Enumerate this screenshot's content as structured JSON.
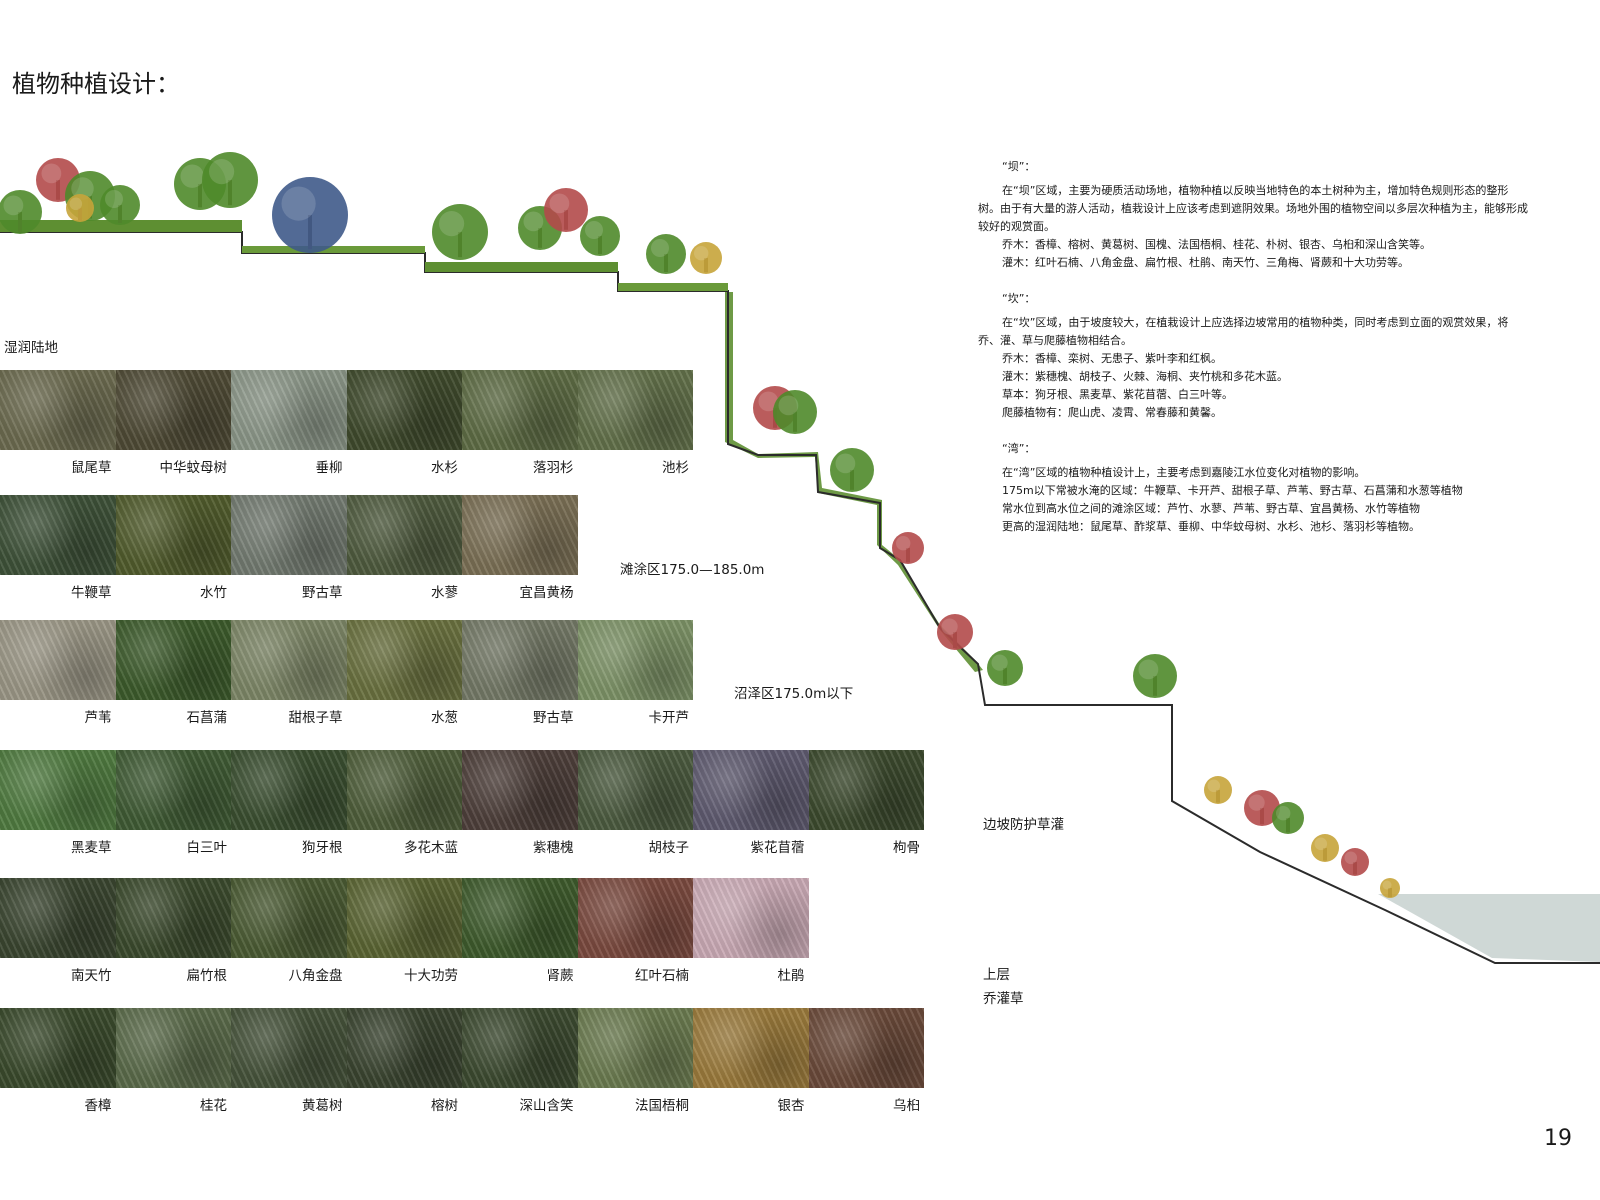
{
  "page_title": "植物种植设计：",
  "page_number": "19",
  "zone_labels": {
    "wetland": "湿润陆地",
    "beach": "滩涂区175.0—185.0m",
    "marsh": "沼泽区175.0m以下",
    "slope": "边坡防护草灌",
    "upper_1": "上层",
    "upper_2": "乔灌草"
  },
  "rows": [
    {
      "items": [
        {
          "name": "鼠尾草",
          "color": "#6b6a4f"
        },
        {
          "name": "中华蚊母树",
          "color": "#4e4a35"
        },
        {
          "name": "垂柳",
          "color": "#8a9587"
        },
        {
          "name": "水杉",
          "color": "#3f4a2c"
        },
        {
          "name": "落羽杉",
          "color": "#5d6b44"
        },
        {
          "name": "池杉",
          "color": "#62704a"
        }
      ]
    },
    {
      "items": [
        {
          "name": "牛鞭草",
          "color": "#3e5138"
        },
        {
          "name": "水竹",
          "color": "#505b2c"
        },
        {
          "name": "野古草",
          "color": "#727a70"
        },
        {
          "name": "水蓼",
          "color": "#4e5a3e"
        },
        {
          "name": "宜昌黄杨",
          "color": "#7a6f55"
        }
      ]
    },
    {
      "items": [
        {
          "name": "芦苇",
          "color": "#9a9685"
        },
        {
          "name": "石菖蒲",
          "color": "#3c5a2b"
        },
        {
          "name": "甜根子草",
          "color": "#7c8566"
        },
        {
          "name": "水葱",
          "color": "#69703f"
        },
        {
          "name": "野古草",
          "color": "#737866"
        },
        {
          "name": "卡开芦",
          "color": "#7c9166"
        }
      ]
    },
    {
      "items": [
        {
          "name": "黑麦草",
          "color": "#4f7a40"
        },
        {
          "name": "白三叶",
          "color": "#3f5a34"
        },
        {
          "name": "狗牙根",
          "color": "#3a4e30"
        },
        {
          "name": "多花木蓝",
          "color": "#4e5d3a"
        },
        {
          "name": "紫穗槐",
          "color": "#4d3f3a"
        },
        {
          "name": "胡枝子",
          "color": "#4b5a3f"
        },
        {
          "name": "紫花苜蓿",
          "color": "#5e5a6f"
        },
        {
          "name": "枸骨",
          "color": "#3c4a2e"
        }
      ]
    },
    {
      "items": [
        {
          "name": "南天竹",
          "color": "#3a4530"
        },
        {
          "name": "扁竹根",
          "color": "#3b4a2d"
        },
        {
          "name": "八角金盘",
          "color": "#4a5a33"
        },
        {
          "name": "十大功劳",
          "color": "#5a6433"
        },
        {
          "name": "肾蕨",
          "color": "#3e5a2c"
        },
        {
          "name": "红叶石楠",
          "color": "#7a4a3f"
        },
        {
          "name": "杜鹃",
          "color": "#c9a9b4"
        }
      ]
    },
    {
      "items": [
        {
          "name": "香樟",
          "color": "#3a4a2c"
        },
        {
          "name": "桂花",
          "color": "#5a6a4a"
        },
        {
          "name": "黄葛树",
          "color": "#45523a"
        },
        {
          "name": "榕树",
          "color": "#3a4430"
        },
        {
          "name": "深山含笑",
          "color": "#3c4a30"
        },
        {
          "name": "法国梧桐",
          "color": "#6a7a4f"
        },
        {
          "name": "银杏",
          "color": "#9a7a3c"
        },
        {
          "name": "乌桕",
          "color": "#6a4a3a"
        }
      ]
    }
  ],
  "description": {
    "ba": {
      "head": "“坝”：",
      "para": "在“坝”区域，主要为硬质活动场地，植物种植以反映当地特色的本土树种为主，增加特色规则形态的整形树。由于有大量的游人活动，植栽设计上应该考虑到遮阴效果。场地外围的植物空间以多层次种植为主，能够形成较好的观赏面。",
      "lines": [
        "乔木：香樟、榕树、黄葛树、国槐、法国梧桐、桂花、朴树、银杏、乌桕和深山含笑等。",
        "灌木：红叶石楠、八角金盘、扁竹根、杜鹃、南天竹、三角梅、肾蕨和十大功劳等。"
      ]
    },
    "kan": {
      "head": "“坎”：",
      "para": "在“坎”区域，由于坡度较大，在植栽设计上应选择边坡常用的植物种类，同时考虑到立面的观赏效果，将乔、灌、草与爬藤植物相结合。",
      "lines": [
        "乔木：香樟、栾树、无患子、紫叶李和红枫。",
        "灌木：紫穗槐、胡枝子、火棘、海桐、夹竹桃和多花木蓝。",
        "草本：狗牙根、黑麦草、紫花苜蓿、白三叶等。",
        "爬藤植物有：爬山虎、凌霄、常春藤和黄馨。"
      ]
    },
    "wan": {
      "head": "“湾”：",
      "para": "在“湾”区域的植物种植设计上，主要考虑到嘉陵江水位变化对植物的影响。",
      "lines": [
        "175m以下常被水淹的区域：牛鞭草、卡开芦、甜根子草、芦苇、野古草、石菖蒲和水葱等植物",
        "常水位到高水位之间的滩涂区域：芦竹、水蓼、芦苇、野古草、宜昌黄杨、水竹等植物",
        "更高的湿润陆地：鼠尾草、酢浆草、垂柳、中华蚊母树、水杉、池杉、落羽杉等植物。"
      ]
    }
  },
  "section_colors": {
    "ground": "#2f4a1e",
    "grass": "#5e8f32",
    "water": "#cfd8d6",
    "tree_green": "#4f8a2a",
    "tree_red": "#b34a4a",
    "tree_yellow": "#c7a43a",
    "tree_blue": "#3f5a8a"
  }
}
